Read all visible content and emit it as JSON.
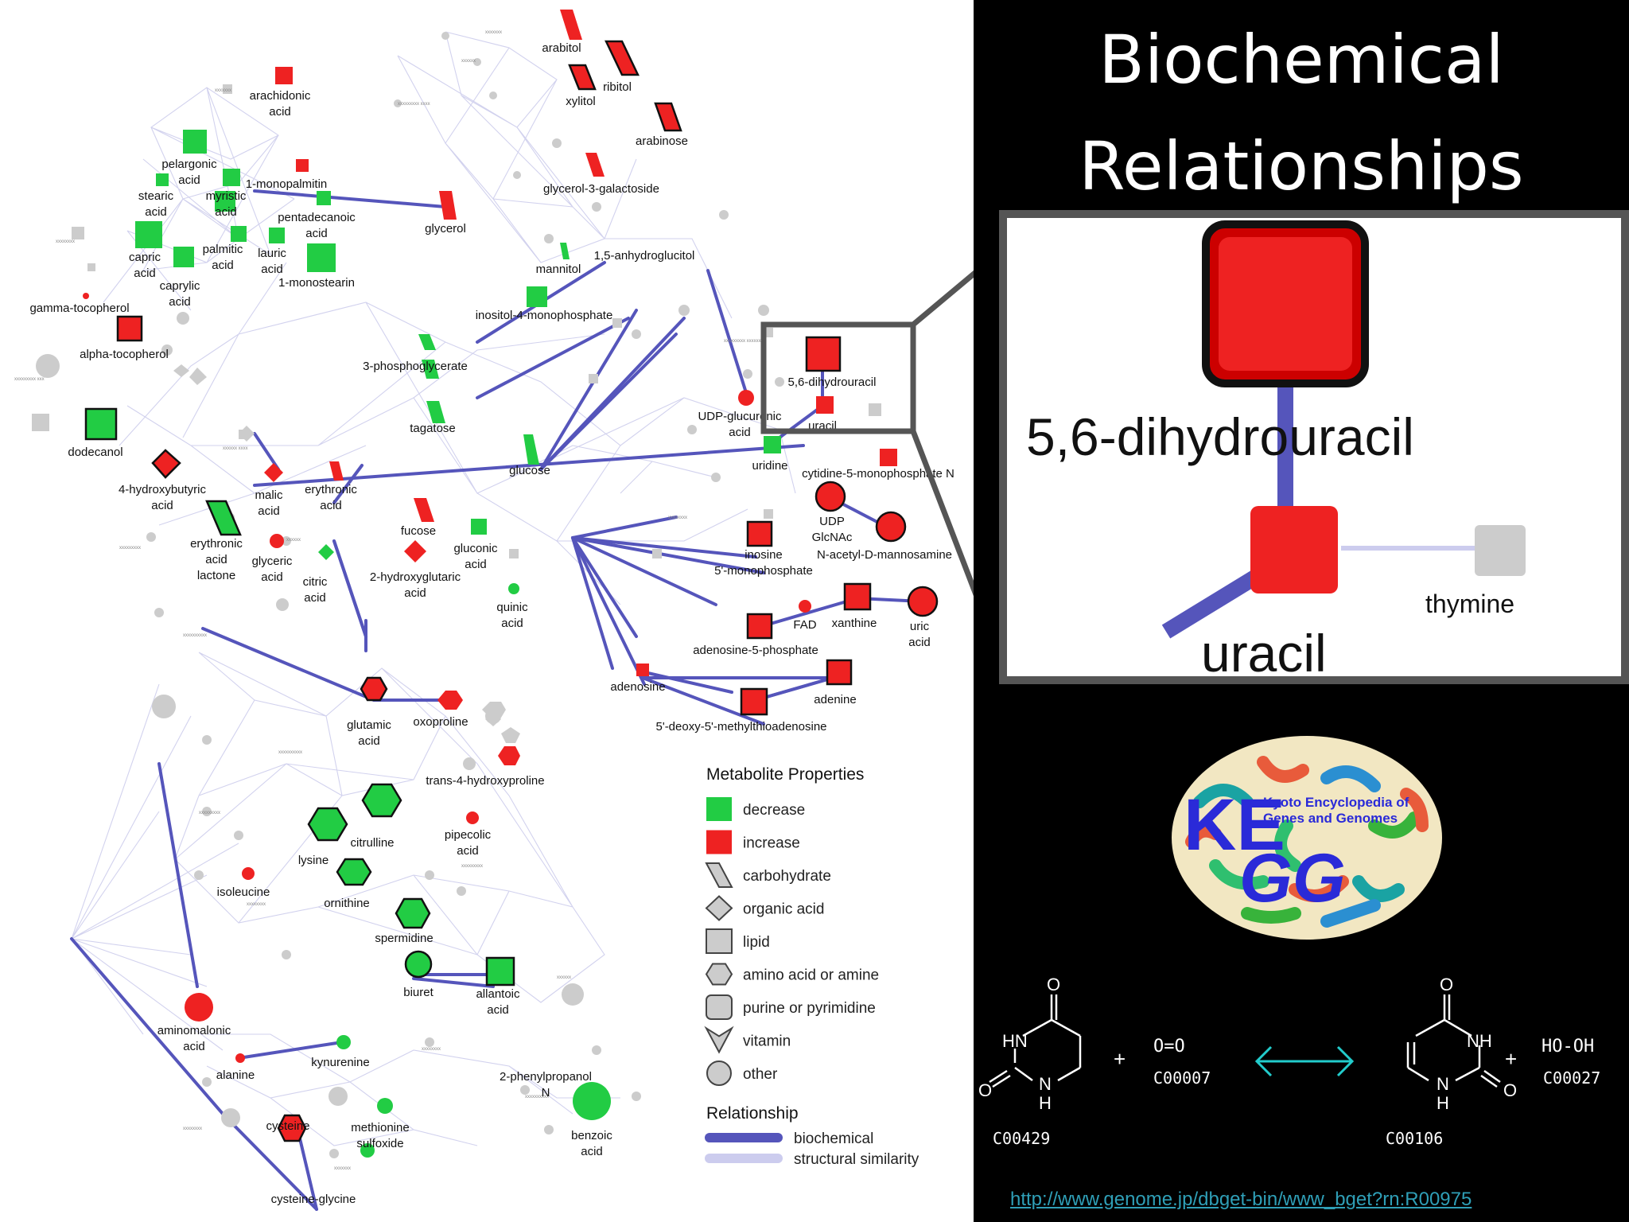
{
  "title": "Biochemical Relationships",
  "title_lines": [
    "Biochemical",
    "Relationships"
  ],
  "colors": {
    "decrease": "#22cc44",
    "increase": "#ee2222",
    "other": "#cccccc",
    "biochemical_edge": "#5555bb",
    "structural_edge": "#ccccee",
    "link": "#2f9fb7"
  },
  "network": {
    "labels": [
      {
        "id": "arabitol",
        "text": "arabitol"
      },
      {
        "id": "ribitol",
        "text": "ribitol"
      },
      {
        "id": "xylitol",
        "text": "xylitol"
      },
      {
        "id": "arachidonic",
        "text": "arachidonic acid"
      },
      {
        "id": "arabinose",
        "text": "arabinose"
      },
      {
        "id": "pelargonic",
        "text": "pelargonic acid"
      },
      {
        "id": "monopalmitin",
        "text": "1-monopalmitin"
      },
      {
        "id": "stearic",
        "text": "stearic acid"
      },
      {
        "id": "myristic",
        "text": "myristic acid"
      },
      {
        "id": "pentadecanoic",
        "text": "pentadecanoic acid"
      },
      {
        "id": "glycerol3gal",
        "text": "glycerol-3-galactoside"
      },
      {
        "id": "glycerol",
        "text": "glycerol"
      },
      {
        "id": "capric",
        "text": "capric acid"
      },
      {
        "id": "palmitic",
        "text": "palmitic acid"
      },
      {
        "id": "lauric",
        "text": "lauric acid"
      },
      {
        "id": "caprylic",
        "text": "caprylic acid"
      },
      {
        "id": "monostearin",
        "text": "1-monostearin"
      },
      {
        "id": "anhydroglucitol",
        "text": "1,5-anhydroglucitol"
      },
      {
        "id": "mannitol",
        "text": "mannitol"
      },
      {
        "id": "gammatoc",
        "text": "gamma-tocopherol"
      },
      {
        "id": "inositol4mp",
        "text": "inositol-4-monophosphate"
      },
      {
        "id": "alphatoc",
        "text": "alpha-tocopherol"
      },
      {
        "id": "pg3",
        "text": "3-phosphoglycerate"
      },
      {
        "id": "dihydrouracil_small",
        "text": "5,6-dihydrouracil"
      },
      {
        "id": "udpglucuronic",
        "text": "UDP-glucuronic acid"
      },
      {
        "id": "uracil_small",
        "text": "uracil"
      },
      {
        "id": "tagatose",
        "text": "tagatose"
      },
      {
        "id": "dodecanol",
        "text": "dodecanol"
      },
      {
        "id": "uridine",
        "text": "uridine"
      },
      {
        "id": "cmp",
        "text": "cytidine-5-monophosphate N"
      },
      {
        "id": "glucose",
        "text": "glucose"
      },
      {
        "id": "hydroxybutyric",
        "text": "4-hydroxybutyric acid"
      },
      {
        "id": "malic",
        "text": "malic acid"
      },
      {
        "id": "erythronic",
        "text": "erythronic acid"
      },
      {
        "id": "udpglcnac",
        "text": "UDP GlcNAc"
      },
      {
        "id": "nacetylmannosamine",
        "text": "N-acetyl-D-mannosamine"
      },
      {
        "id": "fucose",
        "text": "fucose"
      },
      {
        "id": "inosine5mp",
        "text": "inosine 5'-monophosphate"
      },
      {
        "id": "erythroniclactone",
        "text": "erythronic acid lactone"
      },
      {
        "id": "glyceric",
        "text": "glyceric acid"
      },
      {
        "id": "gluconic",
        "text": "gluconic acid"
      },
      {
        "id": "citric",
        "text": "citric acid"
      },
      {
        "id": "hydroxyglutaric",
        "text": "2-hydroxyglutaric acid"
      },
      {
        "id": "quinic",
        "text": "quinic acid"
      },
      {
        "id": "fad",
        "text": "FAD"
      },
      {
        "id": "xanthine",
        "text": "xanthine"
      },
      {
        "id": "uric",
        "text": "uric acid"
      },
      {
        "id": "amp",
        "text": "adenosine-5-phosphate"
      },
      {
        "id": "adenosine",
        "text": "adenosine"
      },
      {
        "id": "adenine",
        "text": "adenine"
      },
      {
        "id": "mta",
        "text": "5'-deoxy-5'-methylthioadenosine"
      },
      {
        "id": "glutamic",
        "text": "glutamic acid"
      },
      {
        "id": "oxoproline",
        "text": "oxoproline"
      },
      {
        "id": "hydroxyproline",
        "text": "trans-4-hydroxyproline"
      },
      {
        "id": "citrulline",
        "text": "citrulline"
      },
      {
        "id": "lysine",
        "text": "lysine"
      },
      {
        "id": "pipecolic",
        "text": "pipecolic acid"
      },
      {
        "id": "isoleucine",
        "text": "isoleucine"
      },
      {
        "id": "ornithine",
        "text": "ornithine"
      },
      {
        "id": "spermidine",
        "text": "spermidine"
      },
      {
        "id": "biuret",
        "text": "biuret"
      },
      {
        "id": "allantoic",
        "text": "allantoic acid"
      },
      {
        "id": "aminomalonic",
        "text": "aminomalonic acid"
      },
      {
        "id": "kynurenine",
        "text": "kynurenine"
      },
      {
        "id": "phenylpropanol",
        "text": "2-phenylpropanol N"
      },
      {
        "id": "alanine",
        "text": "alanine"
      },
      {
        "id": "cysteine",
        "text": "cysteine"
      },
      {
        "id": "methioninesulfoxide",
        "text": "methionine sulfoxide"
      },
      {
        "id": "benzoic",
        "text": "benzoic acid"
      },
      {
        "id": "cysteineglycine",
        "text": "cysteine-glycine"
      }
    ]
  },
  "legend": {
    "properties_title": "Metabolite Properties",
    "items": [
      {
        "shape": "square-green",
        "label": "decrease"
      },
      {
        "shape": "square-red",
        "label": "increase"
      },
      {
        "shape": "parallelogram",
        "label": "carbohydrate"
      },
      {
        "shape": "diamond",
        "label": "organic acid"
      },
      {
        "shape": "square",
        "label": "lipid"
      },
      {
        "shape": "hexagon",
        "label": "amino acid or amine"
      },
      {
        "shape": "rounded-square",
        "label": "purine or pyrimidine"
      },
      {
        "shape": "chevron",
        "label": "vitamin"
      },
      {
        "shape": "circle",
        "label": "other"
      }
    ],
    "relationship_title": "Relationship",
    "relationships": [
      {
        "type": "thick",
        "label": "biochemical"
      },
      {
        "type": "thin",
        "label": "structural similarity"
      }
    ]
  },
  "zoom": {
    "labels": {
      "dihydrouracil": "5,6-dihydrouracil",
      "uracil": "uracil",
      "thymine": "thymine"
    }
  },
  "kegg": {
    "line1": "Kyoto Encyclopedia of",
    "line2": "Genes and Genomes",
    "mark1": "KE",
    "mark2": "GG"
  },
  "reaction": {
    "compounds": [
      {
        "id": "C00429"
      },
      {
        "id": "C00007",
        "formula": "O=O"
      },
      {
        "id": "C00106"
      },
      {
        "id": "C00027",
        "formula": "HO-OH"
      }
    ],
    "plus": "+",
    "atoms": {
      "hn": "HN",
      "nh": "NH",
      "o": "O",
      "n": "N",
      "h": "H"
    },
    "link": "http://www.genome.jp/dbget-bin/www_bget?rn:R00975"
  }
}
